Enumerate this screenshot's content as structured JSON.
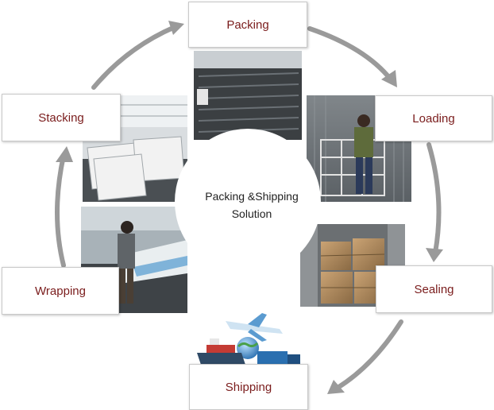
{
  "steps": {
    "packing": "Packing",
    "loading": "Loading",
    "sealing": "Sealing",
    "shipping": "Shipping",
    "wrapping": "Wrapping",
    "stacking": "Stacking"
  },
  "center": {
    "line1": "Packing &Shipping",
    "line2": "Solution"
  },
  "colors": {
    "label": "#7a1c1c",
    "arrow": "#9a9a9a",
    "box_border": "#c9c9c9"
  }
}
